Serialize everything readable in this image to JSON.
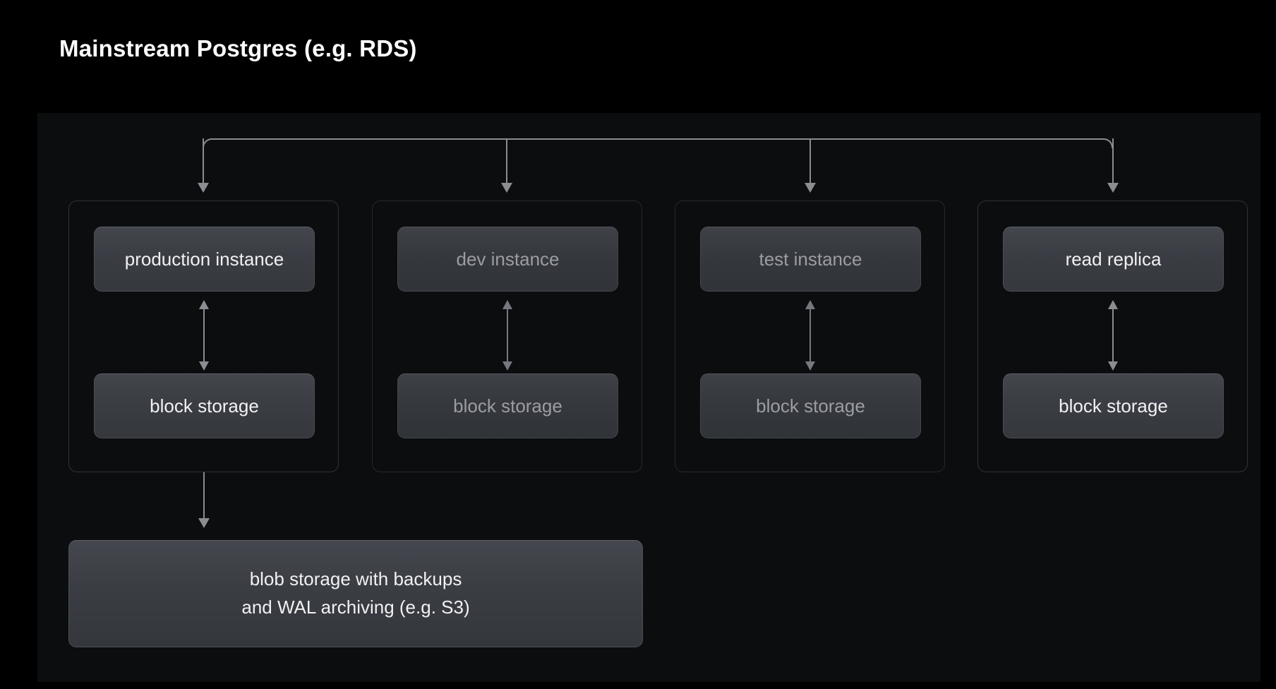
{
  "page": {
    "title": "Mainstream Postgres (e.g. RDS)",
    "background_color": "#000000",
    "panel_color": "#0c0d0f",
    "connector_color": "#8a8d91",
    "node_text_bright": "#f1f1f3",
    "node_text_dim": "#9b9da2"
  },
  "diagram": {
    "type": "architecture-tree",
    "root_connector": "horizontal fan-out rail with four downward arrows",
    "columns": [
      {
        "id": "production",
        "state": "highlighted",
        "instance_label": "production instance",
        "storage_label": "block storage",
        "link": "bidirectional"
      },
      {
        "id": "dev",
        "state": "dimmed",
        "instance_label": "dev instance",
        "storage_label": "block storage",
        "link": "bidirectional"
      },
      {
        "id": "test",
        "state": "dimmed",
        "instance_label": "test instance",
        "storage_label": "block storage",
        "link": "bidirectional"
      },
      {
        "id": "read-replica",
        "state": "highlighted",
        "instance_label": "read replica",
        "storage_label": "block storage",
        "link": "bidirectional"
      }
    ],
    "blob_storage": {
      "state": "highlighted",
      "line1": "blob storage with backups",
      "line2": "and WAL archiving (e.g. S3)",
      "source_column": "production"
    }
  }
}
